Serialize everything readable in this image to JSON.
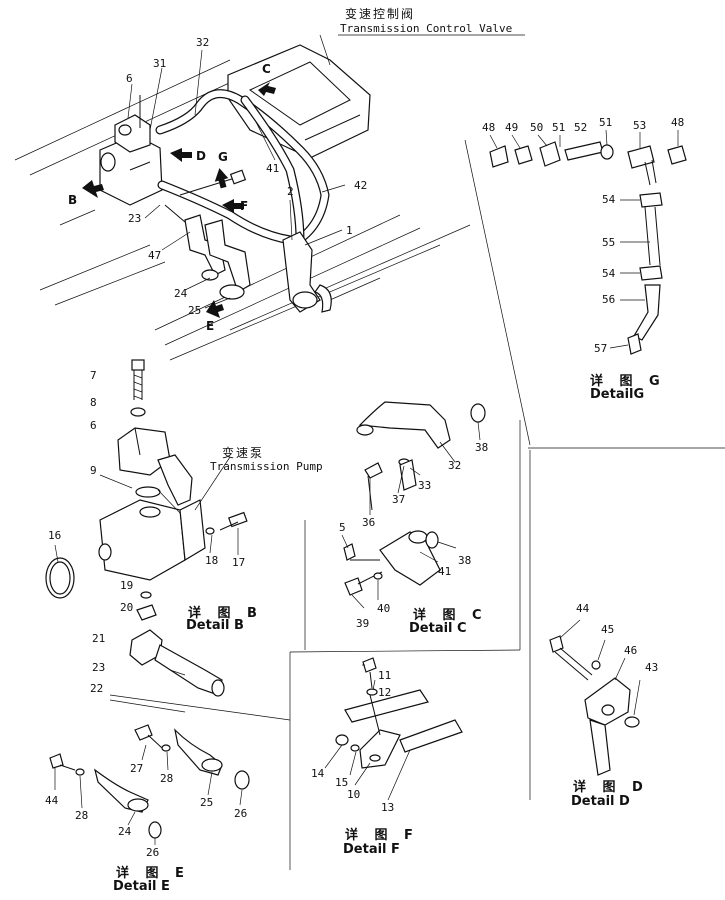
{
  "titles": {
    "control_valve_cn": "变速控制阀",
    "control_valve_en": "Transmission Control Valve",
    "pump_cn": "变速泵",
    "pump_en": "Transmission Pump"
  },
  "details": {
    "b": {
      "cn": "详 图 B",
      "en": "Detail B"
    },
    "c": {
      "cn": "详 图 C",
      "en": "Detail C"
    },
    "d": {
      "cn": "详 图 D",
      "en": "Detail D"
    },
    "e": {
      "cn": "详 图 E",
      "en": "Detail E"
    },
    "f": {
      "cn": "详 图 F",
      "en": "Detail F"
    },
    "g": {
      "cn": "详 图 G",
      "en": "DetailG"
    }
  },
  "view_arrows": {
    "b": "B",
    "c": "C",
    "d": "D",
    "e": "E",
    "f": "F",
    "g": "G"
  },
  "part_numbers": {
    "main": {
      "p32": "32",
      "p31": "31",
      "p6": "6",
      "p41": "41",
      "p42": "42",
      "p2": "2",
      "p1": "1",
      "p23": "23",
      "p47": "47",
      "p24": "24",
      "p25": "25"
    },
    "detail_b": {
      "p7": "7",
      "p8": "8",
      "p6": "6",
      "p9": "9",
      "p16": "16",
      "p18": "18",
      "p17": "17",
      "p19": "19",
      "p20": "20",
      "p21": "21",
      "p23": "23",
      "p22": "22"
    },
    "detail_c": {
      "p38a": "38",
      "p36": "36",
      "p37": "37",
      "p33": "33",
      "p32": "32",
      "p5": "5",
      "p38b": "38",
      "p41": "41",
      "p39": "39",
      "p40": "40"
    },
    "detail_d": {
      "p44": "44",
      "p45": "45",
      "p46": "46",
      "p43": "43"
    },
    "detail_e": {
      "p27": "27",
      "p28a": "28",
      "p25": "25",
      "p26a": "26",
      "p44": "44",
      "p28b": "28",
      "p24": "24",
      "p26b": "26"
    },
    "detail_f": {
      "p11": "11",
      "p12": "12",
      "p14": "14",
      "p15": "15",
      "p10": "10",
      "p13": "13"
    },
    "detail_g": {
      "p48a": "48",
      "p49": "49",
      "p50": "50",
      "p51a": "51",
      "p52": "52",
      "p51b": "51",
      "p53": "53",
      "p48b": "48",
      "p54a": "54",
      "p55": "55",
      "p54b": "54",
      "p56": "56",
      "p57": "57"
    }
  }
}
